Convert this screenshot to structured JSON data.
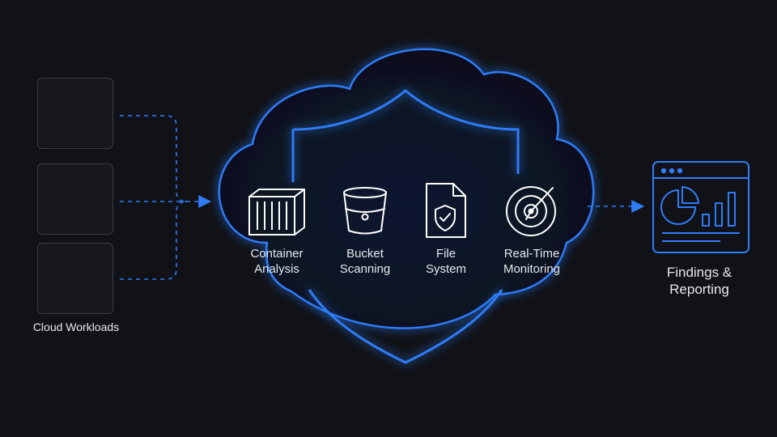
{
  "sources": {
    "label": "Cloud Workloads",
    "items": [
      {
        "icon": "cloud-upload-icon"
      },
      {
        "icon": "shipping-container-icon"
      },
      {
        "icon": "kubernetes-helm-icon"
      }
    ]
  },
  "capabilities": [
    {
      "icon": "shipping-container-icon",
      "line1": "Container",
      "line2": "Analysis"
    },
    {
      "icon": "bucket-icon",
      "line1": "Bucket",
      "line2": "Scanning"
    },
    {
      "icon": "secure-file-icon",
      "line1": "File",
      "line2": "System"
    },
    {
      "icon": "radar-target-icon",
      "line1": "Real-Time",
      "line2": "Monitoring"
    }
  ],
  "output": {
    "icon": "dashboard-report-icon",
    "line1": "Findings &",
    "line2": "Reporting"
  },
  "colors": {
    "background": "#111217",
    "accent": "#2f7cf6",
    "text": "#e6e8ee",
    "box_border": "#3a3d45"
  }
}
